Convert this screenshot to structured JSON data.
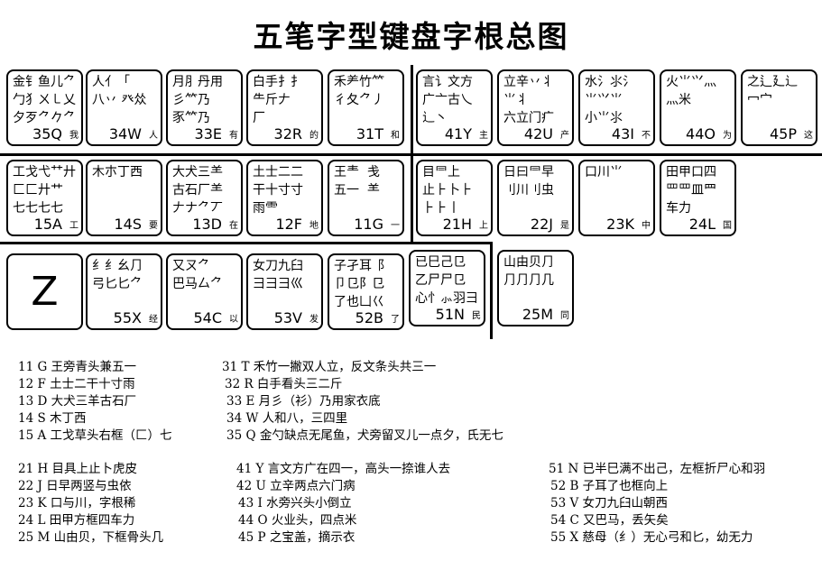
{
  "title": "五笔字型键盘字根总图",
  "z_key": "Z",
  "keys": [
    {
      "code": "35Q",
      "char": "我",
      "roots": "金钅鱼儿⺈\n勹犭ㄨ㇄乂\n夕歹⺈𠂊⺈"
    },
    {
      "code": "34W",
      "char": "人",
      "roots": "人亻「\n八丷 癶𠈌"
    },
    {
      "code": "33E",
      "char": "有",
      "roots": "月⺼丹用\n彡⺮乃\n豕⺮乃"
    },
    {
      "code": "32R",
      "char": "的",
      "roots": "白手扌⺘\n⺧斤𠂇\n厂"
    },
    {
      "code": "31T",
      "char": "和",
      "roots": "禾⺶竹⺮\n彳夂⺈丿"
    },
    {
      "code": "41Y",
      "char": "主",
      "roots": "言讠文方\n广亠古乀\n⻌丶"
    },
    {
      "code": "42U",
      "char": "产",
      "roots": "立辛丷丬\n⺌丬\n六立门疒"
    },
    {
      "code": "43I",
      "char": "不",
      "roots": "水氵⺢⺡\n⺌⺍⺌\n小⺌⺢"
    },
    {
      "code": "44O",
      "char": "为",
      "roots": "火⺌⺍灬\n灬米"
    },
    {
      "code": "45P",
      "char": "这",
      "roots": "之⻍廴⻌\n冖宀"
    },
    {
      "code": "15A",
      "char": "工",
      "roots": "工戈弋⺿廾\n匚匚廾艹\n七七七七"
    },
    {
      "code": "14S",
      "char": "要",
      "roots": "木朩丁西"
    },
    {
      "code": "13D",
      "char": "在",
      "roots": "大犬三⺷\n古石厂⺷\n𠂇ナ⺈丆"
    },
    {
      "code": "12F",
      "char": "地",
      "roots": "土士二⼆\n干十寸寸\n雨⻗"
    },
    {
      "code": "11G",
      "char": "一",
      "roots": "王龶  戋\n五一  ⺷"
    },
    {
      "code": "21H",
      "char": "上",
      "roots": "目⺜上\n止⺊卜⺊\n⺊⺊丨"
    },
    {
      "code": "22J",
      "char": "是",
      "roots": "日曰⺜早\n刂川刂虫"
    },
    {
      "code": "23K",
      "char": "中",
      "roots": "口川⺌"
    },
    {
      "code": "24L",
      "char": "国",
      "roots": "田甲口四\n罒罒皿⺲\n车力"
    },
    {
      "code": "55X",
      "char": "经",
      "roots": "纟纟幺⺆\n弓匕匕⺈"
    },
    {
      "code": "54C",
      "char": "以",
      "roots": "又ㄡ⺈\n巴马厶⺈"
    },
    {
      "code": "53V",
      "char": "发",
      "roots": "女刀九臼\n彐⺕⺕巛"
    },
    {
      "code": "52B",
      "char": "了",
      "roots": "子孑耳⻏\n卩㔾阝⺋\n了也凵巜"
    },
    {
      "code": "51N",
      "char": "民",
      "roots": "已巳己⺋\n乙尸尸⺋\n心忄⺗羽⺕"
    },
    {
      "code": "25M",
      "char": "同",
      "roots": "山由贝⺆\n⺆⺆⺆几"
    }
  ],
  "mnemonics": [
    [
      "11 G 王旁青头兼五一",
      "12 F 土士二干十寸雨",
      "13 D 大犬三羊古石厂",
      "14 S 木丁西",
      "15 A 工戈草头右框（匚）七"
    ],
    [
      "31 T 禾竹一撇双人立，反文条头共三一",
      "32 R 白手看头三二斤",
      "33 E 月彡（衫）乃用家衣底",
      "34 W 人和八，三四里",
      "35 Q 金勺缺点无尾鱼，犬旁留叉儿一点夕，氏无七"
    ],
    [
      "21 H 目具上止卜虎皮",
      "22 J 日早两竖与虫依",
      "23 K 口与川，字根稀",
      "24 L 田甲方框四车力",
      "25 M 山由贝，下框骨头几"
    ],
    [
      "41 Y 言文方广在四一，高头一捺谁人去",
      "42 U 立辛两点六门病",
      "43 I 水旁兴头小倒立",
      "44 O 火业头，四点米",
      "45 P 之宝盖，摘示衣"
    ],
    [
      "51 N 已半巳满不出己，左框折尸心和羽",
      "52 B 子耳了也框向上",
      "53 V 女刀九臼山朝西",
      "54 C 又巴马，丢矢矣",
      "55 X 慈母（纟）无心弓和匕，幼无力"
    ]
  ]
}
